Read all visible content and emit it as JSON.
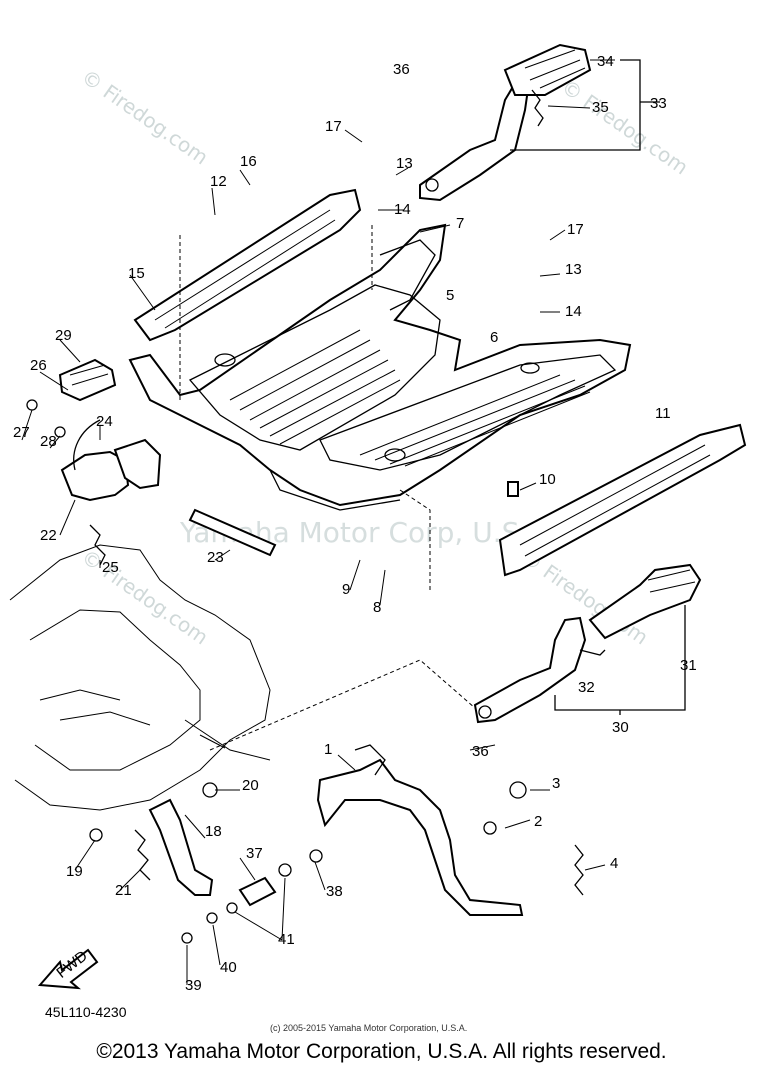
{
  "watermarks": {
    "firedog": "© Firedog.com",
    "yamaha": "Yamaha Motor Corp, U.S.A."
  },
  "callouts": [
    "1",
    "2",
    "3",
    "4",
    "5",
    "6",
    "7",
    "8",
    "9",
    "10",
    "11",
    "12",
    "13",
    "14",
    "15",
    "16",
    "17",
    "18",
    "19",
    "20",
    "21",
    "22",
    "23",
    "24",
    "25",
    "26",
    "27",
    "28",
    "29",
    "30",
    "31",
    "32",
    "33",
    "34",
    "35",
    "36",
    "37",
    "38",
    "39",
    "40",
    "41"
  ],
  "fwd_label": "FWD",
  "diagram_code": "45L110-4230",
  "small_copyright": "(c) 2005-2015 Yamaha Motor Corporation, U.S.A.",
  "copyright": "©2013 Yamaha Motor Corporation, U.S.A. All rights reserved."
}
